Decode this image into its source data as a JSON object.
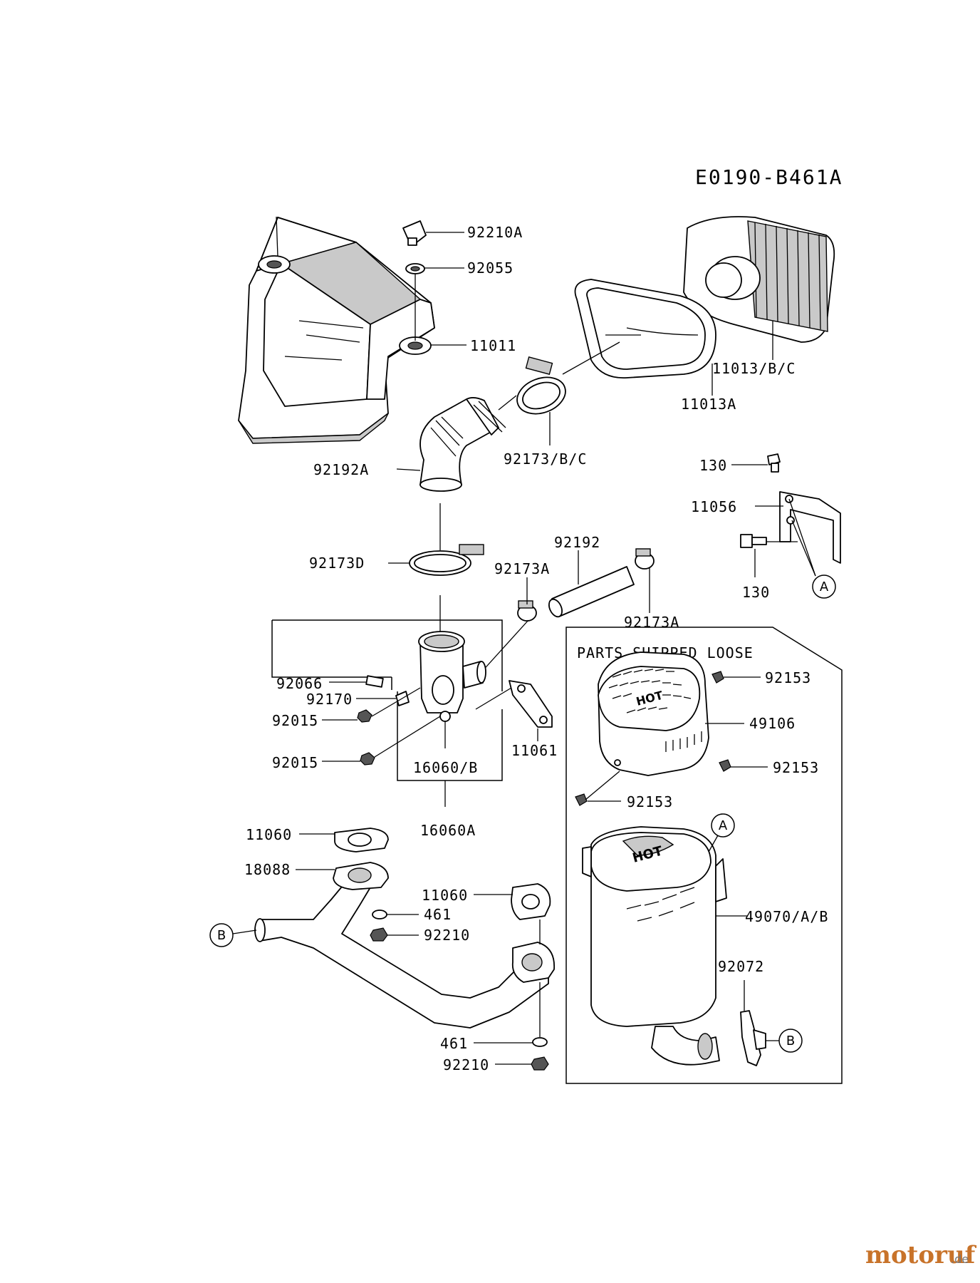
{
  "diagram_code": "E0190-B461A",
  "box_title": "PARTS SHIPPED LOOSE",
  "watermark": {
    "brand": "motoruf",
    "tld": ".de"
  },
  "labels": {
    "p92210A": "92210A",
    "p92055": "92055",
    "p11011": "11011",
    "p11013BC": "11013/B/C",
    "p11013A": "11013A",
    "p92173BC": "92173/B/C",
    "p92192A": "92192A",
    "p130a": "130",
    "p11056": "11056",
    "p130b": "130",
    "p92173D": "92173D",
    "p92192": "92192",
    "p92173Aa": "92173A",
    "p92173Ab": "92173A",
    "p92066": "92066",
    "p92170": "92170",
    "p92015a": "92015",
    "p92015b": "92015",
    "p16060B": "16060/B",
    "p11061": "11061",
    "p16060A": "16060A",
    "p92153a": "92153",
    "p49106": "49106",
    "p92153b": "92153",
    "p92153c": "92153",
    "p11060a": "11060",
    "p18088": "18088",
    "p11060b": "11060",
    "p461a": "461",
    "p92210a": "92210",
    "p461b": "461",
    "p92210b": "92210",
    "p49070AB": "49070/A/B",
    "p92072": "92072"
  },
  "callouts": {
    "A": "A",
    "B": "B"
  }
}
